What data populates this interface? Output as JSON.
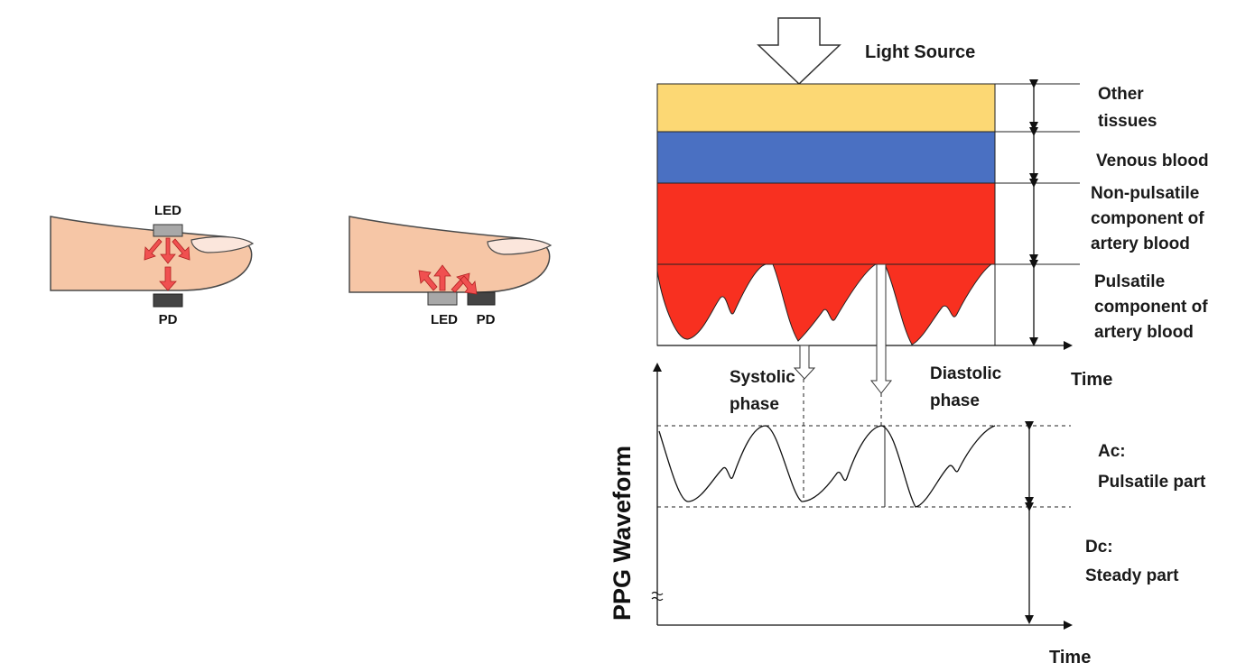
{
  "finger_reflective": {
    "led": "LED",
    "pd": "PD"
  },
  "finger_adjacent": {
    "led": "LED",
    "pd": "PD"
  },
  "light_source": "Light Source",
  "layers": [
    {
      "label_lines": [
        "Other",
        "tissues"
      ],
      "color": "#fcd874"
    },
    {
      "label_lines": [
        "Venous blood"
      ],
      "color": "#4a70c2"
    },
    {
      "label_lines": [
        "Non-pulsatile",
        "component of",
        "artery blood"
      ],
      "color": "#f83020"
    },
    {
      "label_lines": [
        "Pulsatile",
        "component of",
        "artery blood"
      ],
      "color": "#f83020"
    }
  ],
  "time_top": "Time",
  "systolic": [
    "Systolic",
    "phase"
  ],
  "diastolic": [
    "Diastolic",
    "phase"
  ],
  "ppg_axis_label": "PPG Waveform",
  "ac_label": [
    "Ac:",
    "Pulsatile part"
  ],
  "dc_label": [
    "Dc:",
    "Steady part"
  ],
  "time_bottom": "Time",
  "colors": {
    "skin": "#f6c6a6",
    "skin_edge": "#4a4a4a",
    "arrow_red": "#f05050",
    "led_gray": "#a8a8a8",
    "pd_dark": "#444444"
  }
}
